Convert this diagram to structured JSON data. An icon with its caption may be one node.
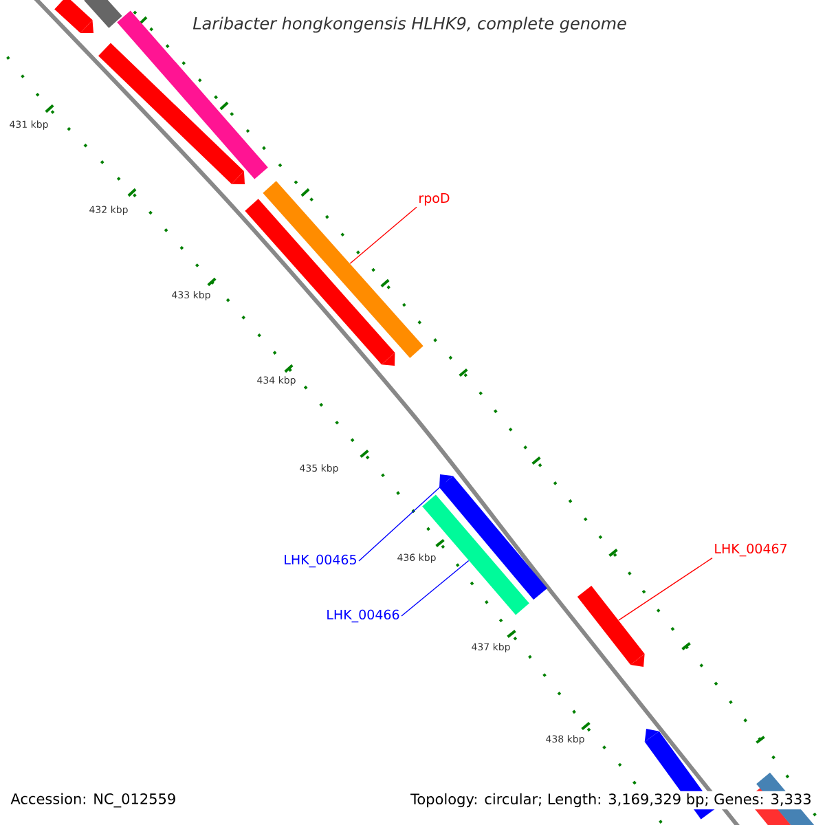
{
  "diagram": {
    "title": "Laribacter hongkongensis HLHK9, complete genome",
    "nodes": [
      {
        "text": [
          "rpoD"
        ]
      },
      {
        "text": [],
        "shape": "bar"
      },
      {
        "text": [
          "LHK_00465"
        ]
      },
      {
        "text": [],
        "shape": "bar"
      },
      {
        "text": [
          "LHK_00466"
        ]
      },
      {
        "text": [],
        "shape": "bar"
      },
      {
        "text": [
          "LHK_00467"
        ]
      },
      {
        "text": [],
        "shape": "bar"
      }
    ],
    "edges": [
      {
        "from": 0,
        "to": 1,
        "arrow": "none",
        "color": "#ff0000"
      },
      {
        "from": 2,
        "to": 3,
        "arrow": "none",
        "color": "#0000ff"
      },
      {
        "from": 4,
        "to": 5,
        "arrow": "none",
        "color": "#0000ff"
      },
      {
        "from": 6,
        "to": 7,
        "arrow": "none",
        "color": "#ff0000"
      }
    ],
    "labels": [
      "431 kbp",
      "432 kbp",
      "433 kbp",
      "434 kbp",
      "435 kbp",
      "436 kbp",
      "437 kbp",
      "438 kbp",
      "Accession: NC_012559",
      "Topology: circular; Length: 3,169,329 bp; Genes: 3,333"
    ]
  }
}
